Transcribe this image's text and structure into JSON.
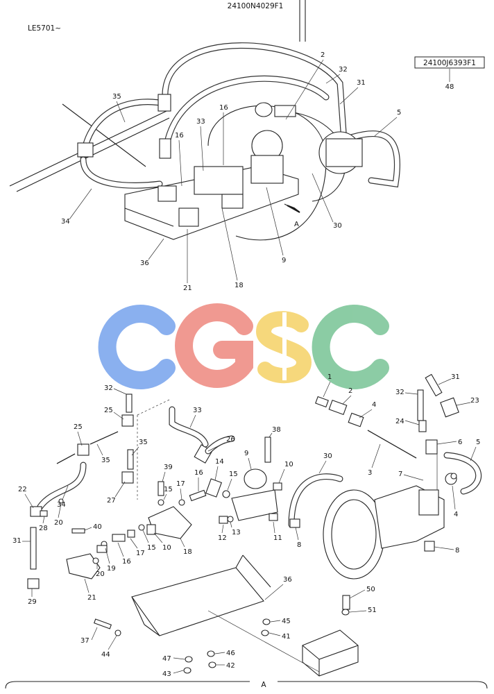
{
  "header": {
    "drawing_code": "24100N4029F1",
    "serial_range": "LE5701~",
    "boxed_part_code": "24100J6393F1",
    "boxed_part_callout": "48"
  },
  "watermark": {
    "text": "CGSC",
    "colors": [
      "#7ea8ee",
      "#ef8f86",
      "#f6d46e",
      "#7fc79b"
    ]
  },
  "view_label": "A",
  "upper_callouts": [
    "35",
    "2",
    "32",
    "31",
    "5",
    "16",
    "33",
    "16",
    "34",
    "36",
    "21",
    "18",
    "9",
    "30",
    "A"
  ],
  "lower_callouts": [
    "1",
    "2",
    "4",
    "31",
    "32",
    "23",
    "24",
    "6",
    "5",
    "3",
    "7",
    "4",
    "8",
    "30",
    "38",
    "9",
    "10",
    "14",
    "15",
    "11",
    "13",
    "12",
    "8",
    "26",
    "33",
    "32",
    "25",
    "35",
    "25",
    "35",
    "27",
    "39",
    "15",
    "17",
    "16",
    "22",
    "20",
    "28",
    "34",
    "31",
    "40",
    "10",
    "15",
    "17",
    "16",
    "19",
    "18",
    "20",
    "21",
    "29",
    "36",
    "45",
    "41",
    "50",
    "51",
    "37",
    "44",
    "47",
    "43",
    "46",
    "42"
  ]
}
